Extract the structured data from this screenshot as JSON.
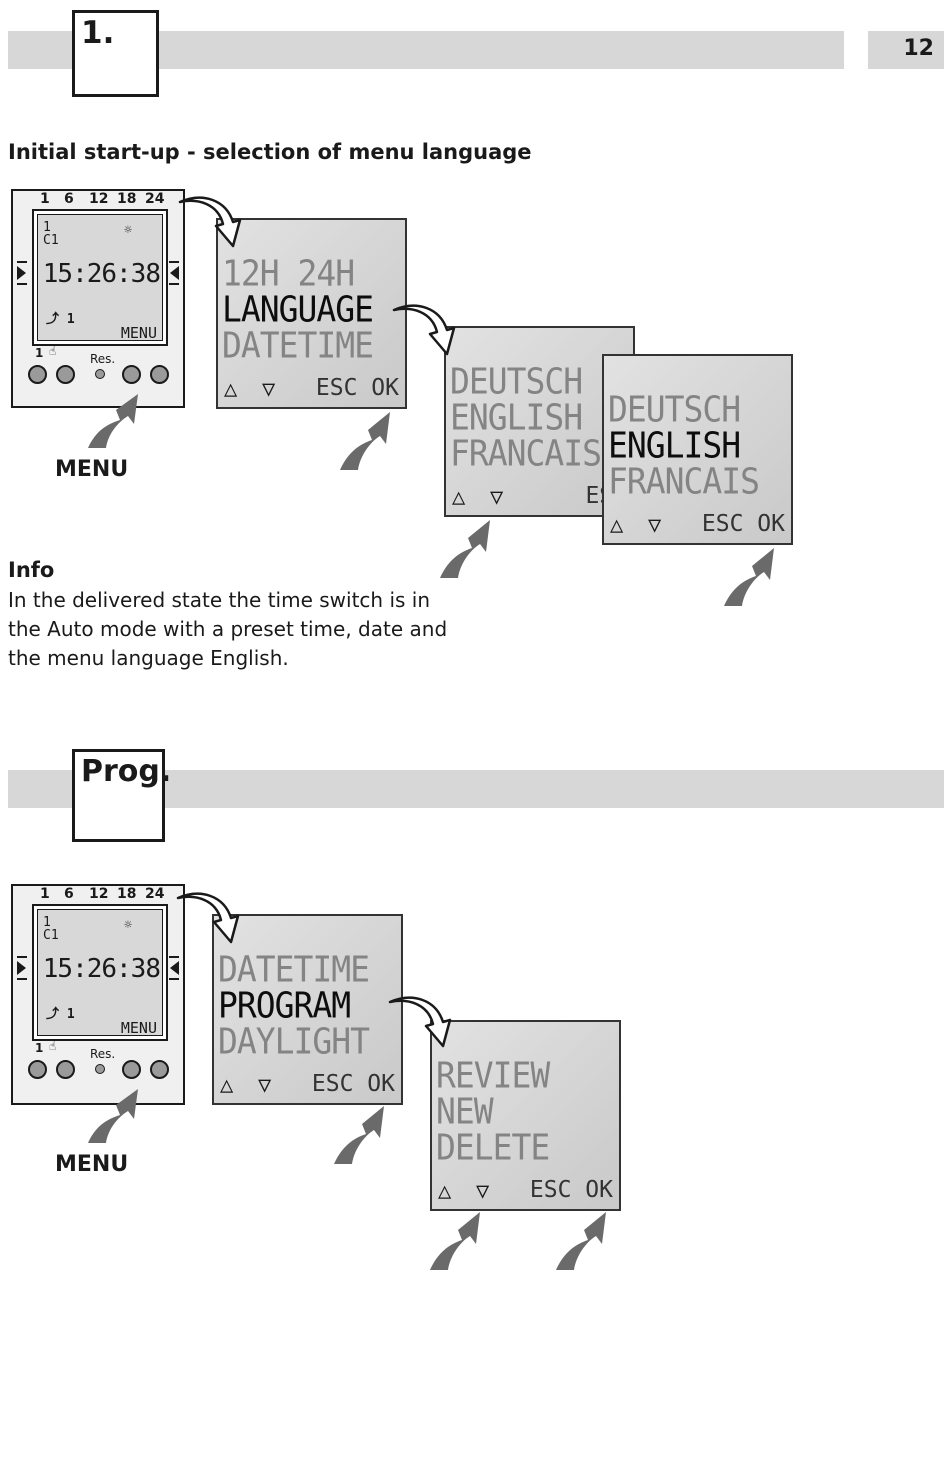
{
  "page": {
    "number": "12"
  },
  "section1": {
    "label": "1.",
    "heading": "Initial start-up - selection of menu language",
    "info_title": "Info",
    "info_text": "In the delivered state the time switch is in the Auto mode with a preset time, date and the menu language English.",
    "menu_label": "MENU"
  },
  "section2": {
    "label": "Prog.",
    "menu_label": "MENU"
  },
  "device": {
    "scale": [
      "1",
      "6",
      "12",
      "18",
      "24"
    ],
    "channel": "1",
    "c1": "C1",
    "sun_icon": "☼",
    "time": "15:26:38",
    "switch_symbol": "⤴ 1",
    "menu_text": "MENU",
    "btn_label_1": "1",
    "btn_label_hand": "☝",
    "btn_label_res": "Res."
  },
  "screens": {
    "s1": {
      "lines": [
        "12H 24H",
        "LANGUAGE",
        "DATETIME"
      ],
      "selected": 1,
      "foot": "ESC OK"
    },
    "s2": {
      "lines": [
        "DEUTSCH",
        "ENGLISH",
        "FRANCAIS"
      ],
      "selected": -1,
      "foot": "ESC"
    },
    "s3": {
      "lines": [
        "DEUTSCH",
        "ENGLISH",
        "FRANCAIS"
      ],
      "selected": 1,
      "foot": "ESC OK"
    },
    "p1": {
      "lines": [
        "DATETIME",
        "PROGRAM",
        "DAYLIGHT"
      ],
      "selected": 1,
      "foot": "ESC OK"
    },
    "p2": {
      "lines": [
        "REVIEW",
        "NEW",
        "DELETE"
      ],
      "selected": -1,
      "foot": "ESC OK"
    }
  },
  "icons": {
    "up": "up-triangle-icon",
    "down": "down-triangle-icon",
    "curved_arrow": "curved-arrow-icon",
    "press_arrow": "press-arrow-icon"
  }
}
